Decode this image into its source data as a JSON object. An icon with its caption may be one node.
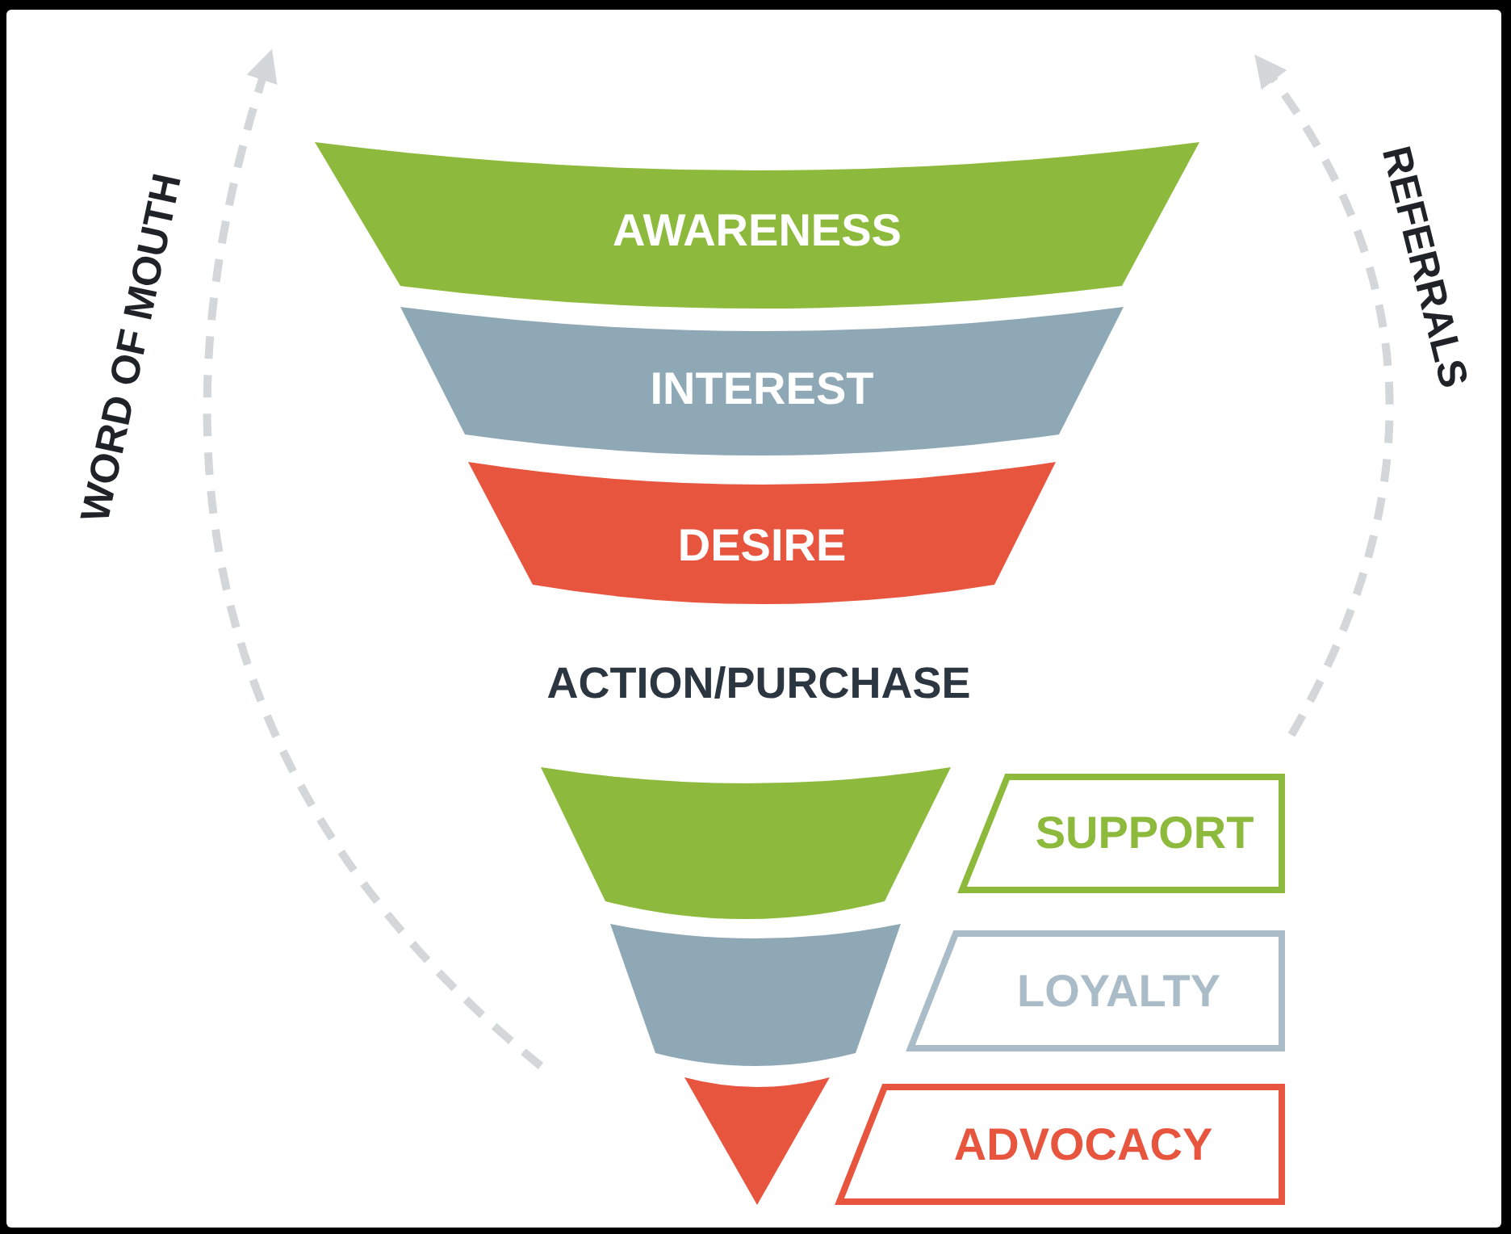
{
  "diagram": {
    "nodes": [
      {
        "text": [
          "AWARENESS"
        ]
      },
      {
        "text": [
          "INTEREST"
        ]
      },
      {
        "text": [
          "DESIRE"
        ]
      },
      {
        "text": [],
        "shape": "trapezoid"
      },
      {
        "text": [
          "SUPPORT"
        ]
      },
      {
        "text": [],
        "shape": "trapezoid"
      },
      {
        "text": [
          "LOYALTY"
        ]
      },
      {
        "text": [],
        "shape": "triangle"
      },
      {
        "text": [
          "ADVOCACY"
        ]
      }
    ],
    "labels": [
      "ACTION/PURCHASE",
      "WORD OF MOUTH",
      "REFERRALS"
    ]
  }
}
